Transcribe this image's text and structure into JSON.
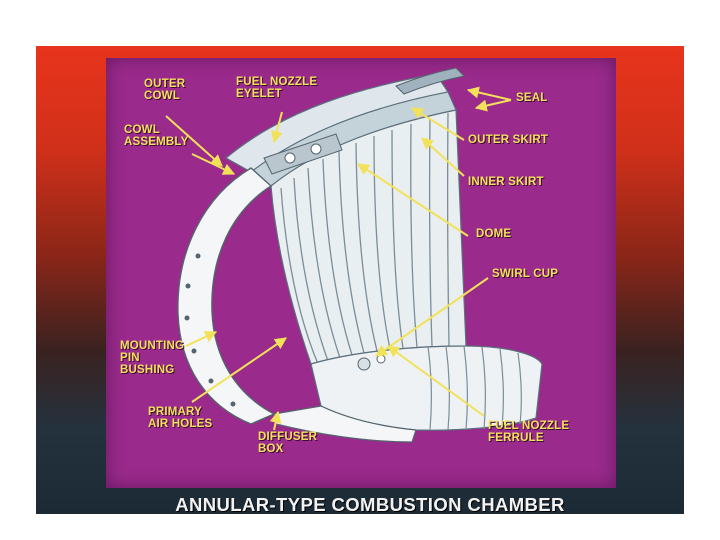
{
  "title": "ANNULAR-TYPE COMBUSTION CHAMBER",
  "labels": {
    "outer_cowl": "OUTER\nCOWL",
    "fuel_nozzle_eyelet": "FUEL NOZZLE\nEYELET",
    "seal": "SEAL",
    "cowl_assembly": "COWL\nASSEMBLY",
    "outer_skirt": "OUTER SKIRT",
    "inner_skirt": "INNER SKIRT",
    "dome": "DOME",
    "swirl_cup": "SWIRL CUP",
    "mounting_pin_bushing": "MOUNTING\nPIN\nBUSHING",
    "primary_air_holes": "PRIMARY\nAIR HOLES",
    "diffuser_box": "DIFFUSER\nBOX",
    "fuel_nozzle_ferrule": "FUEL NOZZLE\nFERRULE"
  },
  "colors": {
    "label_text": "#f2e25a",
    "leader_lines": "#f2e25a",
    "panel": "#9a2a8c",
    "title_text": "#f3f3f3"
  }
}
